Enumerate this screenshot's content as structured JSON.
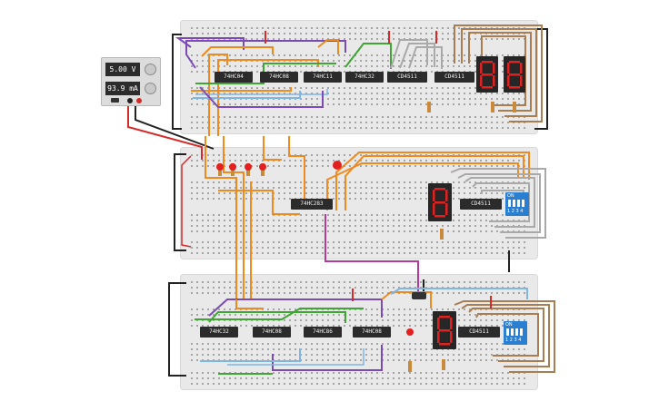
{
  "power_supply": {
    "voltage": "5.00 V",
    "current": "93.9 mA"
  },
  "breadboards": {
    "top": {
      "chips": [
        "74HC04",
        "74HC08",
        "74HC11",
        "74HC32",
        "CD4511",
        "CD4511"
      ],
      "displays": [
        "8",
        "8"
      ]
    },
    "middle": {
      "chips": [
        "74HC283",
        "CD4511"
      ],
      "display": "8",
      "dip_label": "ON",
      "dip_numbers": "1 2 3 4"
    },
    "bottom": {
      "chips": [
        "74HC32",
        "74HC08",
        "74HC86",
        "74HC08",
        "CD4511"
      ],
      "display": "8",
      "dip_label": "ON",
      "dip_numbers": "1 2 3 4"
    }
  },
  "colors": {
    "board": "#e9e9e9",
    "wire_orange": "#ef8a1f",
    "wire_purple": "#7b4bb5",
    "wire_green": "#3fa535",
    "wire_gray": "#a9a9a9",
    "wire_brown": "#a87d52",
    "wire_red": "#d42a2a",
    "wire_black": "#222222",
    "wire_magenta": "#b23aa0",
    "dip_blue": "#2a7fd0",
    "segment_red": "#e22020"
  }
}
